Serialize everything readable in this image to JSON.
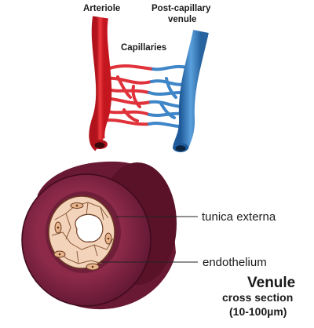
{
  "labels": {
    "arteriole": "Arteriole",
    "post_capillary_line1": "Post-capillary",
    "post_capillary_line2": "venule",
    "capillaries": "Capillaries",
    "tunica_externa": "tunica externa",
    "endothelium": "endothelium",
    "title": "Venule",
    "subtitle": "cross section",
    "size": "(10-100µm)"
  },
  "colors": {
    "arteriole_red": "#e8262e",
    "arteriole_dark": "#b0131b",
    "venule_blue": "#3f86c8",
    "venule_dark": "#1f5b9a",
    "tunica_externa": "#7a1f3c",
    "tunica_externa_dark": "#4d1024",
    "lumen_tissue": "#f3d3b9"
  }
}
